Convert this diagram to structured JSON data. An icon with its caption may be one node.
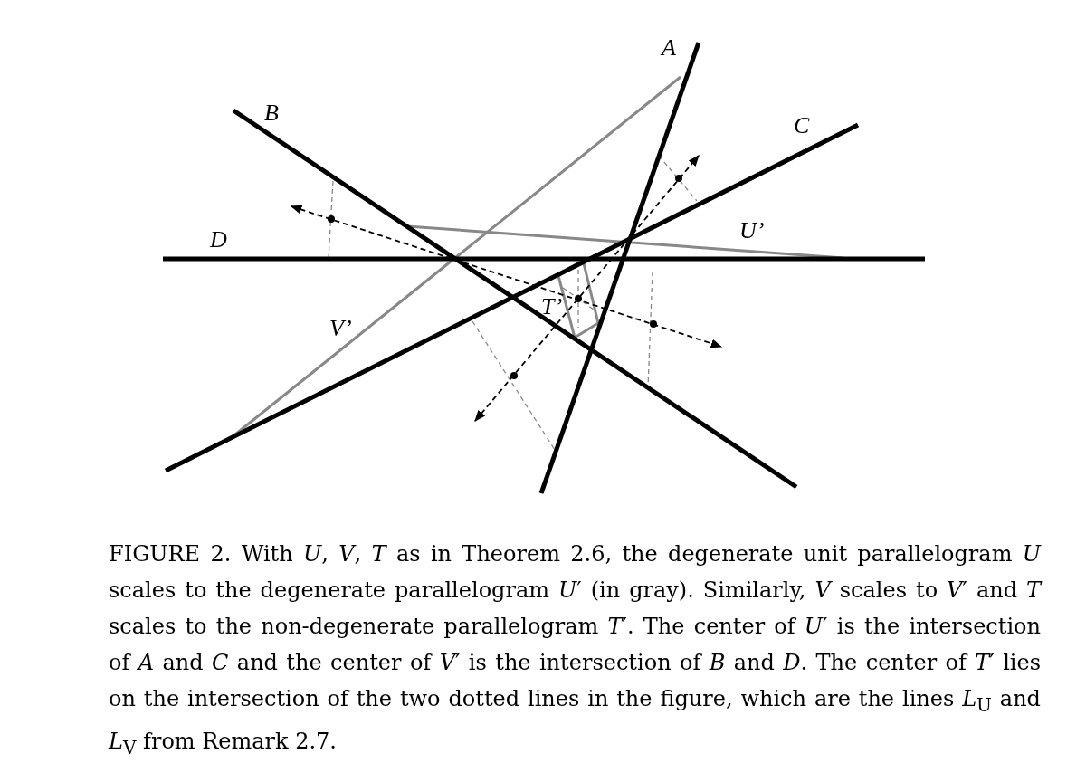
{
  "diagram": {
    "caption": "FIGURE 2. With *U*, *V*, *T* as in Theorem 2.6, the degenerate unit parallelogram *U* scales to the degenerate parallelogram *U*′ (in gray). Similarly, *V* scales to *V*′ and *T* scales to the non-degenerate parallelogram *T*′. The center of *U*′ is the intersection of *A* and *C* and the center of *V*′ is the intersection of *B* and *D*. The center of *T*′ lies on the intersection of the two dotted lines in the figure, which are the lines *L*$_{U}$ and *L*$_{V}$ from Remark 2.7.",
    "labels": [
      "A",
      "B",
      "C",
      "D",
      "U’",
      "V’",
      "T’"
    ]
  }
}
